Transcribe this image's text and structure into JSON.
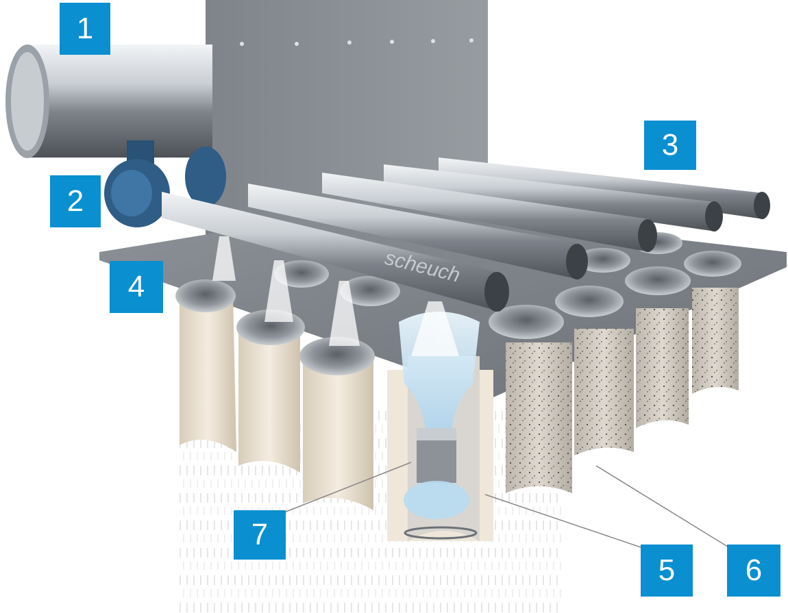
{
  "colors": {
    "callout_bg": "#0a8fd0",
    "callout_text": "#ffffff",
    "steel_light": "#e8ebee",
    "steel_mid": "#a8aeb4",
    "steel_dark": "#5c6268",
    "valve_blue": "#2f5d86",
    "bag_cream": "#efe6d6",
    "bag_dusty": "#d9d3c9",
    "air_blue": "#bfe0f5",
    "leader_line": "#888888"
  },
  "brand_on_pipe": "scheuch",
  "callouts": [
    {
      "id": "1",
      "label": "1"
    },
    {
      "id": "2",
      "label": "2"
    },
    {
      "id": "3",
      "label": "3"
    },
    {
      "id": "4",
      "label": "4"
    },
    {
      "id": "5",
      "label": "5"
    },
    {
      "id": "6",
      "label": "6"
    },
    {
      "id": "7",
      "label": "7"
    }
  ]
}
